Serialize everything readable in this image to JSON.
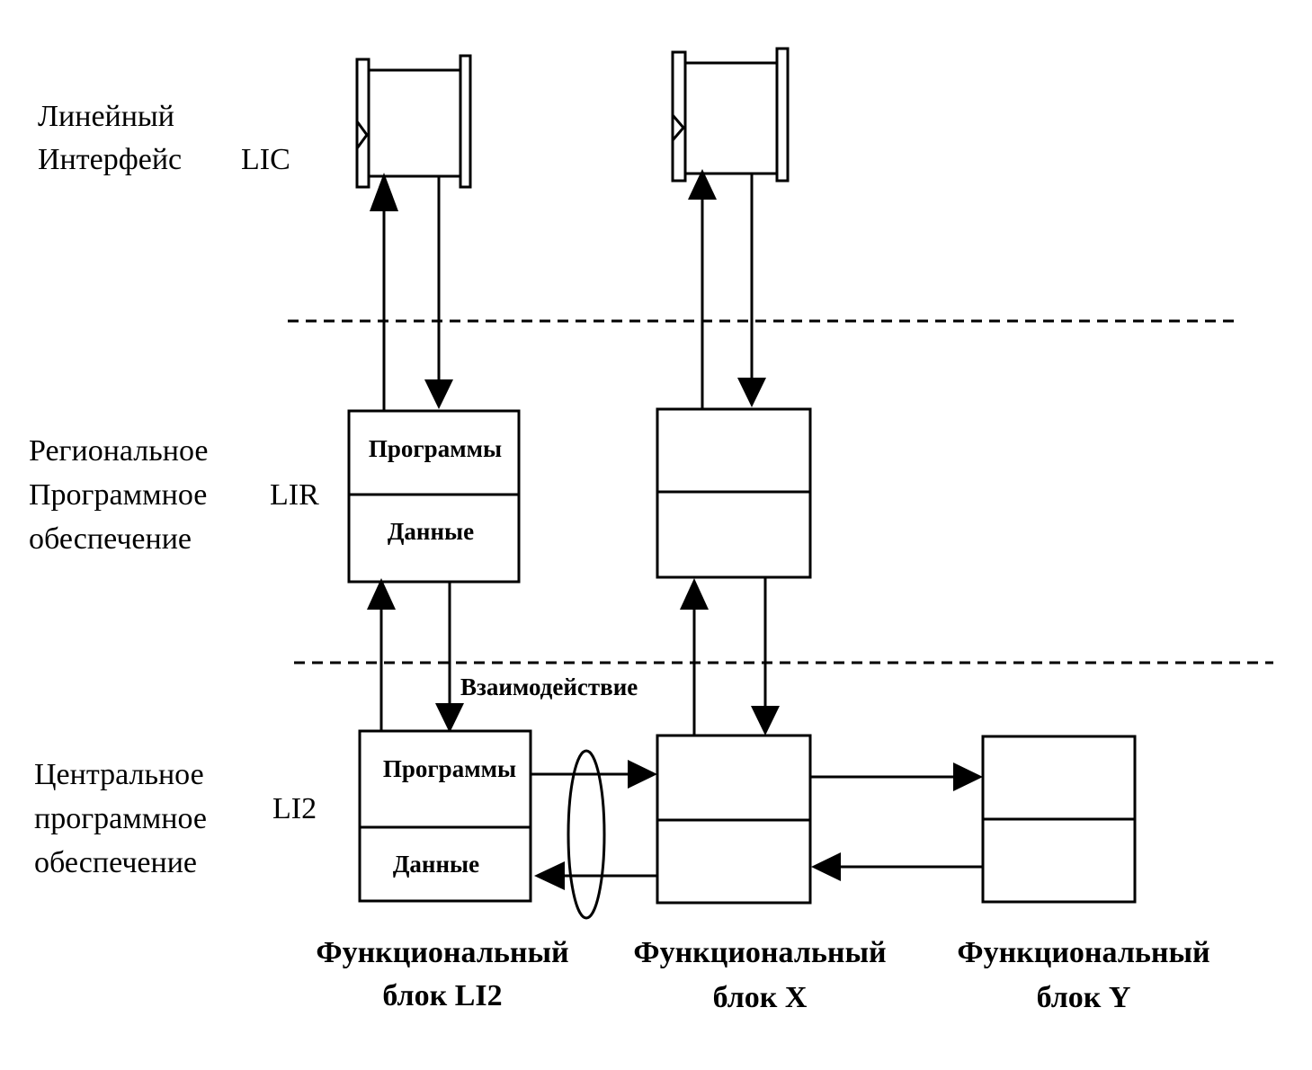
{
  "levels": {
    "lic": {
      "line1": "Линейный",
      "line2": "Интерфейс",
      "code": "LIC"
    },
    "lir": {
      "line1": "Региональное",
      "line2": "Программное",
      "line3": "обеспечение",
      "code": "LIR"
    },
    "li2": {
      "line1": "Центральное",
      "line2": "программное",
      "line3": "обеспечение",
      "code": "LI2"
    }
  },
  "boxes": {
    "lir_box": {
      "top": "Программы",
      "bottom": "Данные"
    },
    "li2_box": {
      "top": "Программы",
      "bottom": "Данные"
    }
  },
  "interaction_label": "Взаимодействие",
  "captions": {
    "fb_li2": {
      "line1": "Функциональный",
      "line2": "блок LI2"
    },
    "fb_x": {
      "line1": "Функциональный",
      "line2": "блок X"
    },
    "fb_y": {
      "line1": "Функциональный",
      "line2": "блок Y"
    }
  }
}
